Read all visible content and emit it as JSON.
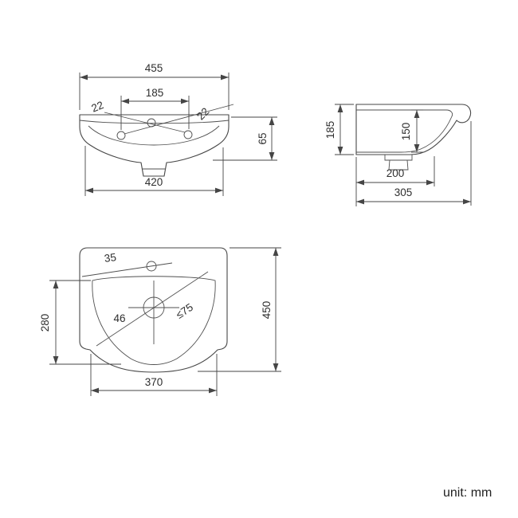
{
  "meta": {
    "unit_note": "unit: mm"
  },
  "colors": {
    "background": "#ffffff",
    "line": "#474747",
    "text": "#2e2e2e"
  },
  "front_view": {
    "overall_width": "455",
    "tap_spacing": "185",
    "tap_hole_left": "22",
    "tap_hole_right": "22",
    "rim_height": "65",
    "base_width": "420"
  },
  "side_view": {
    "height": "185",
    "inner_depth": "150",
    "wall_to_drain": "200",
    "overall_depth": "305"
  },
  "top_view": {
    "tap_hole_dia": "35",
    "overall_length": "450",
    "bowl_length": "280",
    "drain_offset": "46",
    "drain_max_dia": "≤75",
    "bowl_width": "370"
  }
}
